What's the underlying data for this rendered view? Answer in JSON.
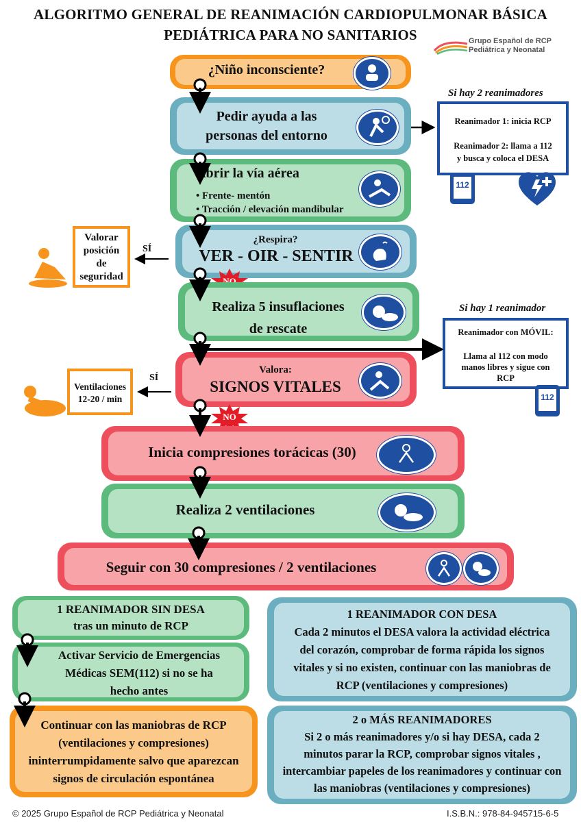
{
  "title": {
    "line1": "ALGORITMO GENERAL DE REANIMACIÓN CARDIOPULMONAR BÁSICA",
    "line2": "PEDIÁTRICA PARA NO SANITARIOS"
  },
  "logo": {
    "line1": "Grupo Español de RCP",
    "line2": "Pediátrica y Neonatal"
  },
  "steps": {
    "inconsciente": "¿Niño inconsciente?",
    "ayuda1": "Pedir ayuda a las",
    "ayuda2": "personas del entorno",
    "via_title": "Abrir la vía aérea",
    "via_b1": "Frente- mentón",
    "via_b2": "Tracción / elevación mandibular",
    "respira_q": "¿Respira?",
    "respira_main": "VER - OIR - SENTIR",
    "insufl1": "Realiza 5 insuflaciones",
    "insufl2": "de rescate",
    "valora": "Valora:",
    "signos": "SIGNOS VITALES",
    "compresiones": "Inicia compresiones torácicas (30)",
    "ventilaciones": "Realiza 2 ventilaciones",
    "seguir": "Seguir con 30 compresiones / 2 ventilaciones"
  },
  "decisions": {
    "si": "SÍ",
    "no": "NO"
  },
  "side_left": {
    "posicion": [
      "Valorar",
      "posición",
      "de",
      "seguridad"
    ],
    "ventilaciones": [
      "Ventilaciones",
      "12-20 / min"
    ]
  },
  "side_right": {
    "two_title": "Si hay 2 reanimadores",
    "r1": "Reanimador 1: inicia RCP",
    "r2a": "Reanimador 2: llama a 112",
    "r2b": "y busca y coloca el DESA",
    "one_title": "Si hay 1 reanimador",
    "movil": "Reanimador con MÓVIL:",
    "llama1": "Llama al 112 con modo",
    "llama2": "manos libres y sigue con",
    "llama3": "RCP",
    "phone_number": "112"
  },
  "bottom_left": {
    "sin_desa1": "1 REANIMADOR SIN DESA",
    "sin_desa2": "tras un minuto de RCP",
    "sem1": "Activar Servicio de Emergencias",
    "sem2": "Médicas SEM(112) si no se ha",
    "sem3": "hecho antes",
    "cont1": "Continuar con las maniobras de RCP",
    "cont2": "(ventilaciones y compresiones)",
    "cont3": "ininterrumpidamente salvo que aparezcan",
    "cont4": "signos de circulación espontánea"
  },
  "bottom_right": {
    "desa_title": "1 REANIMADOR CON DESA",
    "desa_l1": "Cada 2 minutos el DESA valora la actividad eléctrica",
    "desa_l2": "del corazón, comprobar de forma rápida los signos",
    "desa_l3": "vitales y si no existen, continuar con las maniobras de",
    "desa_l4": "RCP (ventilaciones y compresiones)",
    "mas_title": "2 o MÁS REANIMADORES",
    "mas_l1": "Si 2 o más reanimadores y/o si hay DESA, cada 2",
    "mas_l2": "minutos parar la RCP, comprobar signos vitales ,",
    "mas_l3": "intercambiar papeles de los reanimadores y continuar con",
    "mas_l4": "las maniobras (ventilaciones y compresiones)"
  },
  "footer": {
    "copyright": "© 2025 Grupo Español de RCP Pediátrica y Neonatal",
    "isbn": "I.S.B.N.: 978-84-945715-6-5"
  },
  "colors": {
    "orange": "#f7941d",
    "blue": "#6aaec0",
    "green": "#5cba7d",
    "red": "#ee4f5c",
    "navy": "#1f4fa1"
  }
}
